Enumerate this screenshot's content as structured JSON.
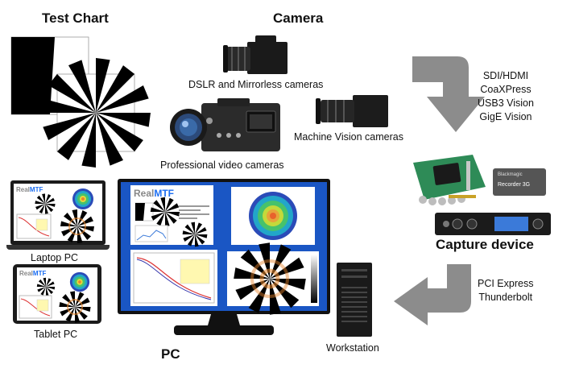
{
  "titles": {
    "test_chart": "Test Chart",
    "camera": "Camera",
    "capture_device": "Capture device",
    "pc": "PC"
  },
  "cameras": {
    "dslr": "DSLR and Mirrorless cameras",
    "professional": "Professional video cameras",
    "machine_vision": "Machine Vision cameras"
  },
  "interfaces": {
    "camera_to_capture": [
      "SDI/HDMI",
      "CoaXPress",
      "USB3 Vision",
      "GigE Vision"
    ],
    "capture_to_pc": [
      "PCI Express",
      "Thunderbolt"
    ]
  },
  "devices": {
    "laptop": "Laptop PC",
    "tablet": "Tablet PC",
    "workstation": "Workstation",
    "recorder_brand": "Blackmagic",
    "recorder_model": "Recorder 3G"
  },
  "software": {
    "name_prefix": "Real",
    "name_suffix": "MTF"
  },
  "colors": {
    "arrow_gray": "#8c8c8c",
    "monitor_blue": "#1a56c4",
    "pcb_green": "#2e8b57",
    "brand_blue": "#1c6ef2"
  }
}
